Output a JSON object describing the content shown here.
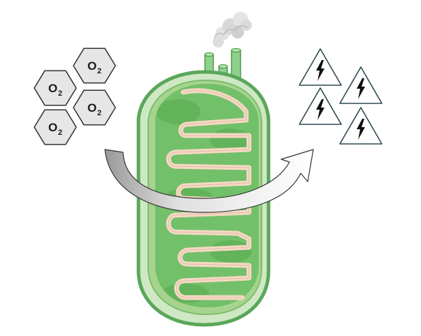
{
  "oxygen": {
    "molecules": [
      {
        "element": "O",
        "subscript": "2"
      },
      {
        "element": "O",
        "subscript": "2"
      },
      {
        "element": "O",
        "subscript": "2"
      },
      {
        "element": "O",
        "subscript": "2"
      }
    ]
  },
  "energy": {
    "count": 4,
    "icon": "lightning-bolt-icon"
  },
  "colors": {
    "outer_membrane": "#5aa75a",
    "outer_fill": "#cfe8c4",
    "inner_fill": "#a6d48e",
    "matrix": "#72c069",
    "cristae_membrane": "#f4d9c4",
    "hexagon_fill": "#e6e6e6",
    "hexagon_stroke": "#333333",
    "triangle_stroke": "#2e4a52",
    "arrow_fill": "#ffffff",
    "arrow_stroke": "#333333"
  }
}
